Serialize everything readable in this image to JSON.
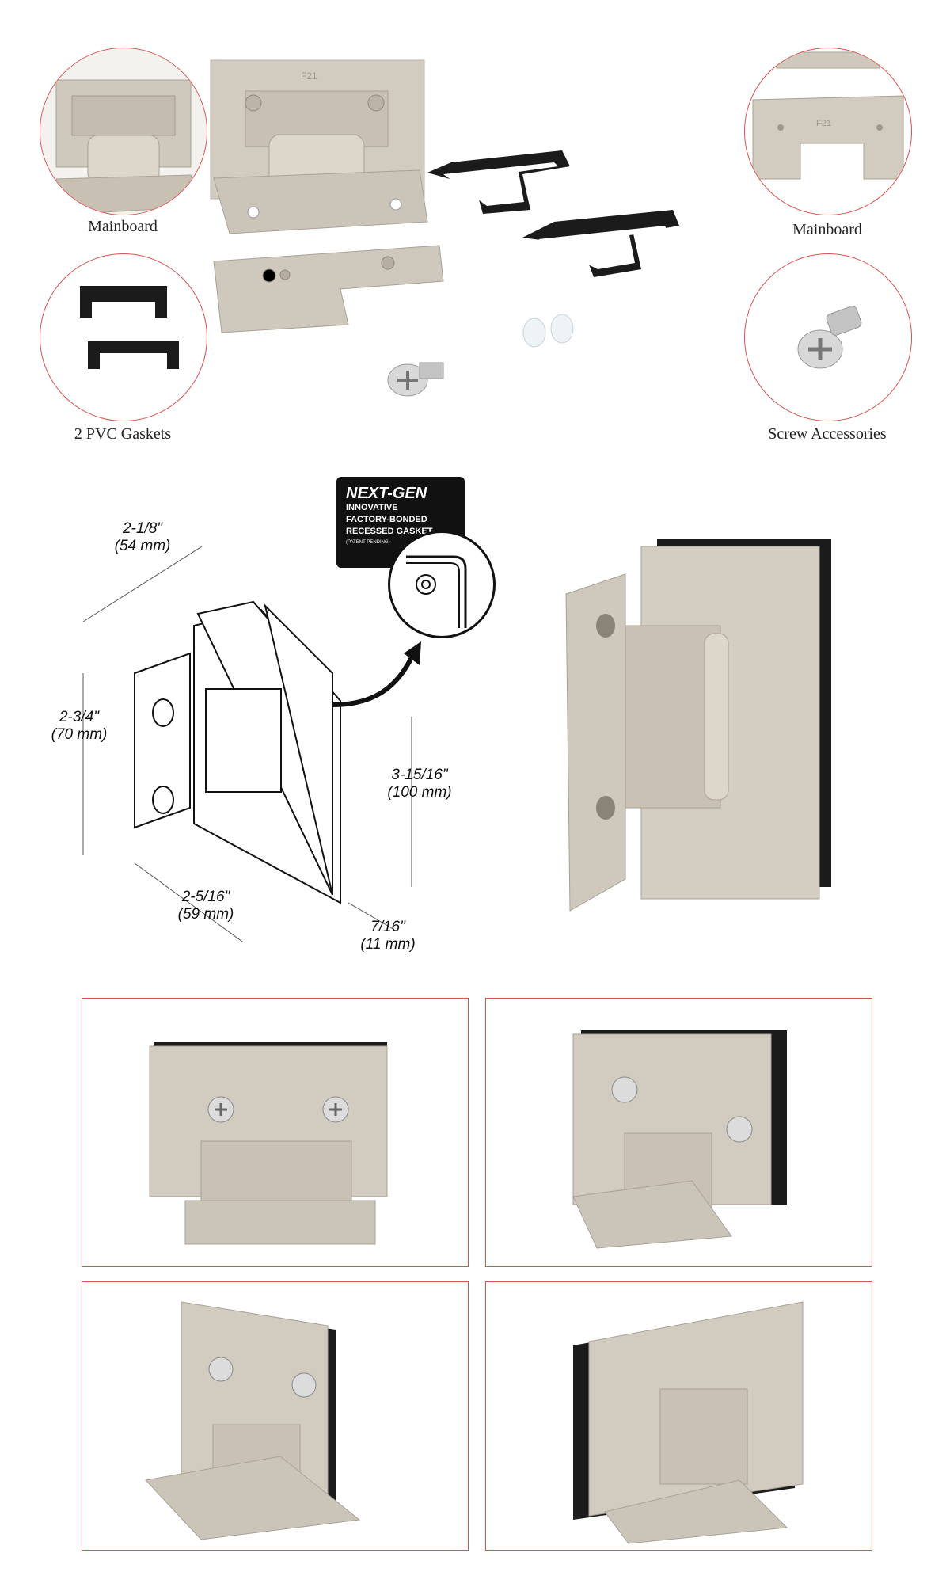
{
  "colors": {
    "accent_red": "#d9534f",
    "metal": "#cfc8bc",
    "metal_dark": "#a9a296",
    "gasket_black": "#1b1b1b",
    "background": "#ffffff"
  },
  "top_section": {
    "captions": {
      "mainboard_left": "Mainboard",
      "mainboard_right": "Mainboard",
      "gaskets": "2 PVC Gaskets",
      "screws": "Screw Accessories"
    },
    "plate_engraving": "F21"
  },
  "diagram": {
    "badge": {
      "title": "NEXT-GEN",
      "line1": "INNOVATIVE",
      "line2": "FACTORY-BONDED",
      "line3": "RECESSED GASKET",
      "note": "(PATENT PENDING)"
    },
    "dimensions": {
      "top": {
        "imperial": "2-1/8\"",
        "metric": "(54 mm)"
      },
      "left": {
        "imperial": "2-3/4\"",
        "metric": "(70 mm)"
      },
      "right": {
        "imperial": "3-15/16\"",
        "metric": "(100 mm)"
      },
      "bottom": {
        "imperial": "2-5/16\"",
        "metric": "(59 mm)"
      },
      "thickness": {
        "imperial": "7/16\"",
        "metric": "(11 mm)"
      }
    }
  },
  "gallery": {
    "icons": [
      "screw-icon",
      "hinge-photo"
    ]
  }
}
